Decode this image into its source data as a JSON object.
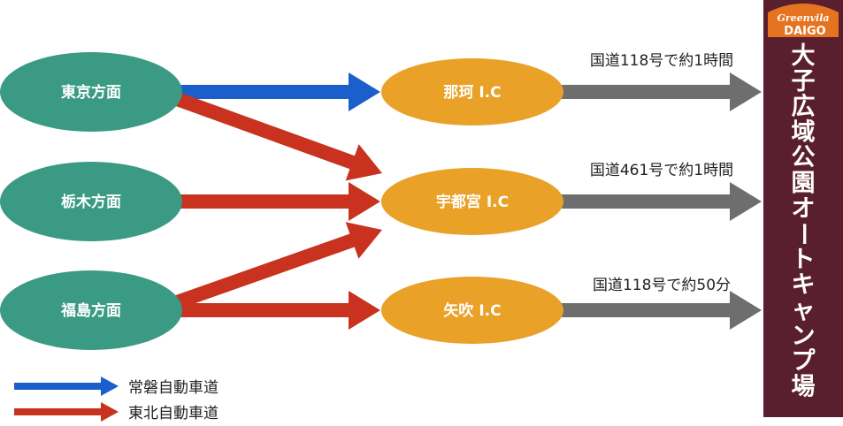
{
  "colors": {
    "origin_fill": "#3a9a84",
    "ic_fill": "#e9a128",
    "joban_arrow": "#1a5fcc",
    "tohoku_arrow": "#c8321f",
    "route_arrow": "#6e6e6e",
    "destination_bg": "#5a1f2e",
    "logo_bg": "#e5731f"
  },
  "origins": [
    {
      "label": "東京方面"
    },
    {
      "label": "栃木方面"
    },
    {
      "label": "福島方面"
    }
  ],
  "interchanges": [
    {
      "label": "那珂 I.C"
    },
    {
      "label": "宇都宮 I.C"
    },
    {
      "label": "矢吹 I.C"
    }
  ],
  "routes": [
    {
      "label": "国道118号で約1時間"
    },
    {
      "label": "国道461号で約1時間"
    },
    {
      "label": "国道118号で約50分"
    }
  ],
  "destination": {
    "chars": [
      "大",
      "子",
      "広",
      "域",
      "公",
      "園",
      "オ",
      "ー",
      "ト",
      "キ",
      "ャ",
      "ン",
      "プ",
      "場"
    ],
    "logo_line1": "Greenvila",
    "logo_line2": "DAIGO"
  },
  "legend": [
    {
      "label": "常磐自動車道",
      "color_key": "joban_arrow"
    },
    {
      "label": "東北自動車道",
      "color_key": "tohoku_arrow"
    }
  ]
}
